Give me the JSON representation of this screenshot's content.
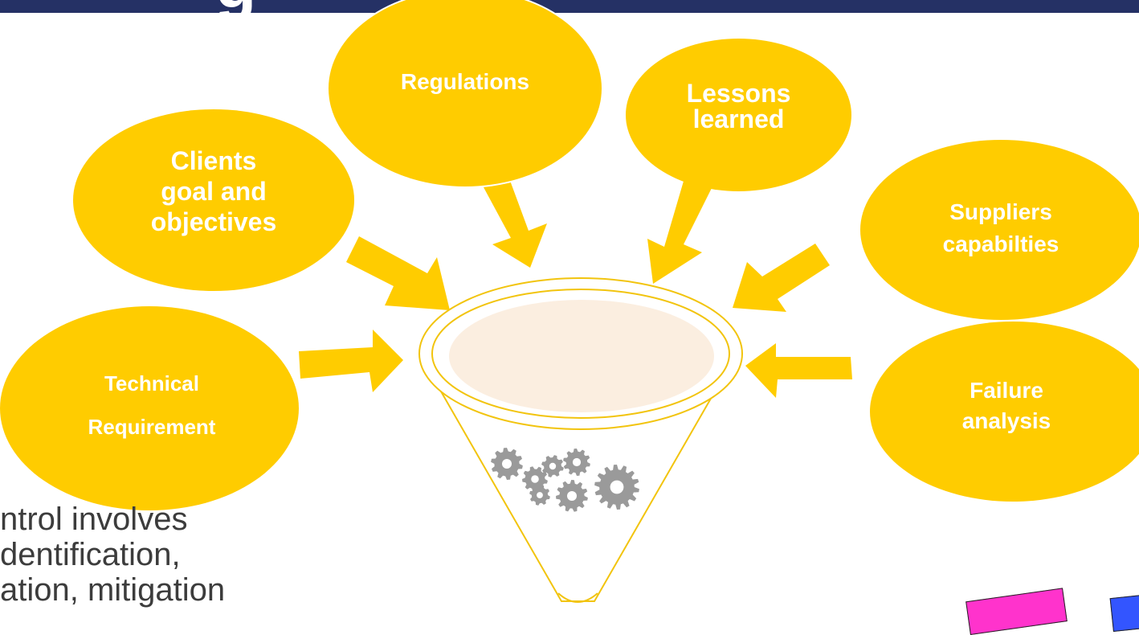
{
  "slide": {
    "title_fragment": "g",
    "body_lines": [
      "ntrol involves",
      "dentification,",
      "ation, mitigation"
    ]
  },
  "colors": {
    "header_bar": "#253165",
    "bubble_fill": "#FFCC00",
    "arrow_fill": "#FFCC00",
    "funnel_stroke": "#F2C40E",
    "funnel_inner": "#FBEEE0",
    "gear": "#9A9A9A",
    "bubble_text": "#FFFFFF",
    "body_text": "#3C3C3C",
    "sticky_pink": "#FF33CC",
    "sticky_blue": "#3355FF"
  },
  "diagram": {
    "bubbles": {
      "regulations": "Regulations",
      "lessons": [
        "Lessons",
        "learned"
      ],
      "clients": [
        "Clients",
        "goal and",
        "objectives"
      ],
      "suppliers": [
        "Suppliers",
        "capabilties"
      ],
      "technical": [
        "Technical",
        "Requirement"
      ],
      "failure": [
        "Failure",
        "analysis"
      ]
    },
    "gears": {
      "icon": "gear-icon",
      "count": 7
    },
    "funnel": {
      "icon": "funnel-icon"
    }
  }
}
